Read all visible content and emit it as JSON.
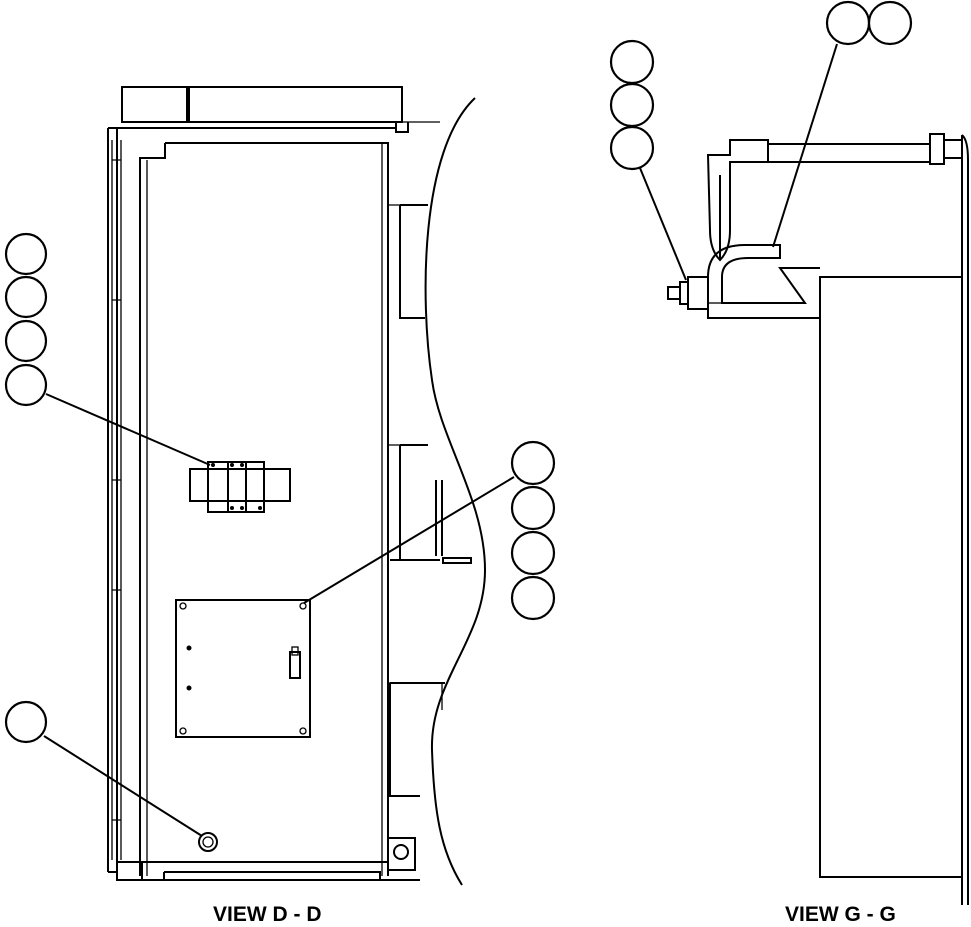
{
  "views": [
    {
      "id": "view-d-d",
      "label": "VIEW D - D",
      "callout_bubbles": 9
    },
    {
      "id": "view-g-g",
      "label": "VIEW G - G",
      "callout_bubbles": 5
    }
  ]
}
